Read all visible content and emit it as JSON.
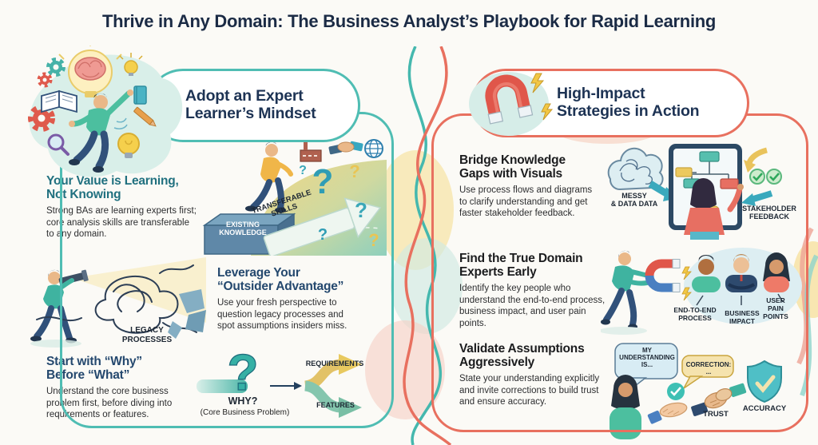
{
  "title": "Thrive in Any Domain: The Business Analyst’s Playbook for Rapid Learning",
  "glyphs": {
    "question_mark": "?"
  },
  "left_panel": {
    "header": "Adopt an Expert\nLearner’s Mindset",
    "sections": [
      {
        "heading": "Your Value is Learning,\nNot Knowing",
        "body": "Strong BAs are learning experts first;\ncore analysis skills are transferable\nto any domain."
      },
      {
        "heading": "Leverage Your\n“Outsider Advantage”",
        "body": "Use your fresh perspective to\nquestion legacy processes and\nspot assumptions insiders miss."
      },
      {
        "heading": "Start with “Why”\nBefore “What”",
        "body": "Understand the core business\nproblem first, before diving into\nrequirements or features."
      }
    ],
    "labels": {
      "existing_knowledge": "EXISTING\nKNOWLEDGE",
      "transferable_skills": "TRANSFERABLE\nSKILLS",
      "legacy_processes": "LEGACY\nPROCESSES",
      "why": "WHY?",
      "why_sub": "(Core Business Problem)",
      "requirements": "REQUIREMENTS",
      "features": "FEATURES"
    }
  },
  "right_panel": {
    "header": "High-Impact\nStrategies in Action",
    "sections": [
      {
        "heading": "Bridge Knowledge\nGaps with Visuals",
        "body": "Use process flows and diagrams\nto clarify understanding and get\nfaster stakeholder feedback."
      },
      {
        "heading": "Find the True Domain\nExperts Early",
        "body": "Identify the key people who\nunderstand the end-to-end process,\nbusiness impact, and user pain points."
      },
      {
        "heading": "Validate Assumptions\nAggressively",
        "body": "State your understanding explicitly\nand invite corrections to build trust\nand ensure accuracy."
      }
    ],
    "labels": {
      "messy_data": "MESSY\n& DATA DATA",
      "stakeholder_feedback": "STAKEHOLDER\nFEEDBACK",
      "end_to_end_process": "END-TO-END\nPROCESS",
      "business_impact": "BUSINESS\nIMPACT",
      "user_pain_points": "USER\nPAIN\nPOINTS",
      "my_understanding": "MY\nUNDERSTANDING\nIS...",
      "correction": "CORRECTION: ...",
      "trust": "TRUST",
      "accuracy": "ACCURACY"
    }
  },
  "colors": {
    "teal_border": "#4fbdb3",
    "coral_border": "#e8705f",
    "navy": "#1d3354",
    "teal_heading": "#20707f"
  }
}
